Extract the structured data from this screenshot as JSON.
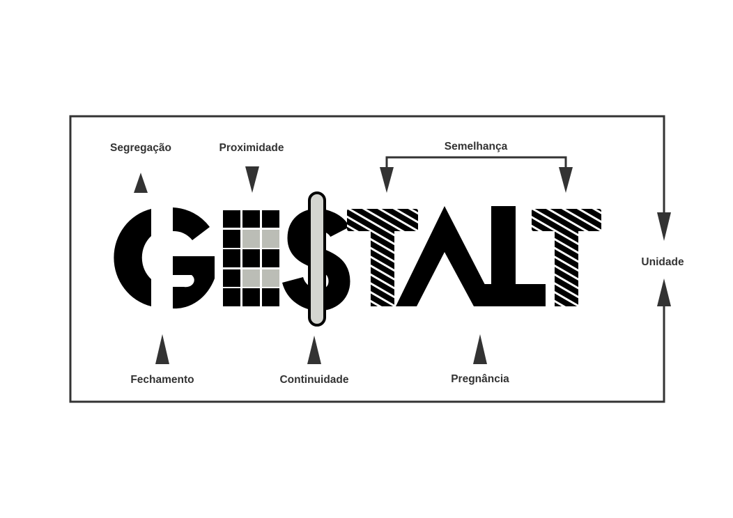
{
  "logo": {
    "word": "GESTALT",
    "dollar_sign": "$"
  },
  "labels": {
    "segregacao": "Segregação",
    "proximidade": "Proximidade",
    "semelhanca": "Semelhança",
    "unidade": "Unidade",
    "fechamento": "Fechamento",
    "continuidade": "Continuidade",
    "pregnancia": "Pregnância"
  },
  "colors": {
    "ink": "#000000",
    "arrow": "#333333",
    "gray_cell": "#bbbdb6",
    "bar_fill": "#d4d5d0"
  }
}
